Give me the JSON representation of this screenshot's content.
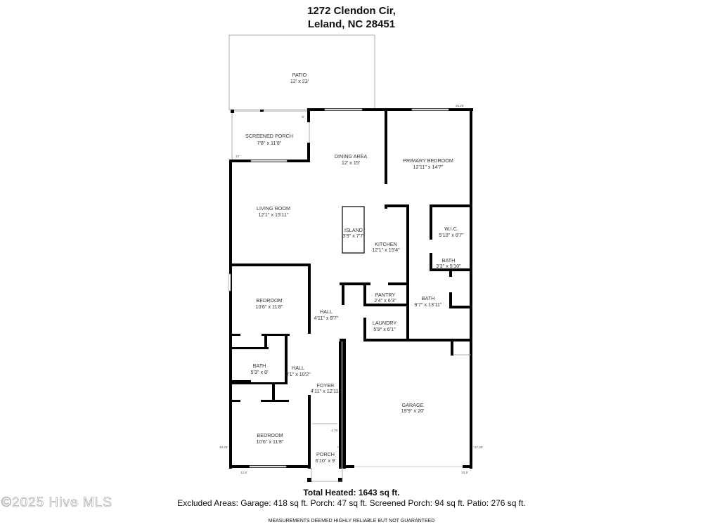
{
  "header": {
    "line1": "1272 Clendon Cir,",
    "line2": "Leland, NC 28451"
  },
  "rooms": {
    "patio": {
      "name": "PATIO",
      "dims": "12' x 23'"
    },
    "screened_porch": {
      "name": "SCREENED PORCH",
      "dims": "7'8\" x 11'8\""
    },
    "dining": {
      "name": "DINING AREA",
      "dims": "12' x 15'"
    },
    "primary_bedroom": {
      "name": "PRIMARY BEDROOM",
      "dims": "12'11\" x 14'7\""
    },
    "living": {
      "name": "LIVING ROOM",
      "dims": "12'1\" x 15'11\""
    },
    "island": {
      "name": "ISLAND",
      "dims": "3'9\" x 7'7\""
    },
    "kitchen": {
      "name": "KITCHEN",
      "dims": "12'1\" x 15'4\""
    },
    "wic": {
      "name": "W.I.C.",
      "dims": "5'10\" x 6'7\""
    },
    "bath_small": {
      "name": "BATH",
      "dims": "3'3\" x 5'10\""
    },
    "bedroom1": {
      "name": "BEDROOM",
      "dims": "10'6\" x 11'8\""
    },
    "pantry": {
      "name": "PANTRY",
      "dims": "2'4\" x 6'3\""
    },
    "bath_primary": {
      "name": "BATH",
      "dims": "9'7\" x 13'11\""
    },
    "hall1": {
      "name": "HALL",
      "dims": "4'11\" x 8'7\""
    },
    "laundry": {
      "name": "LAUNDRY",
      "dims": "5'9\" x 6'1\""
    },
    "bath2": {
      "name": "BATH",
      "dims": "5'3\" x 8'"
    },
    "hall2": {
      "name": "HALL",
      "dims": "3'1\" x 10'2\""
    },
    "foyer": {
      "name": "FOYER",
      "dims": "4'11\" x 12'11\""
    },
    "garage": {
      "name": "GARAGE",
      "dims": "19'9\" x 20'"
    },
    "bedroom2": {
      "name": "BEDROOM",
      "dims": "10'6\" x 11'8\""
    },
    "porch": {
      "name": "PORCH",
      "dims": "6'10\" x 9'"
    }
  },
  "dimensions": {
    "top_right": "26.25'",
    "porch_width": "8'",
    "porch_depth": "12'",
    "left": "49.25'",
    "right": "57.25'",
    "bottom_left": "12.6'",
    "bottom_right": "20.9'",
    "porch_step": "4.75'",
    "porch_len": "7'"
  },
  "footer": {
    "total_heated": "Total Heated: 1643 sq ft.",
    "excluded": "Excluded Areas: Garage: 418 sq ft. Porch: 47 sq ft. Screened Porch: 94 sq ft. Patio: 276 sq ft.",
    "disclaimer": "MEASUREMENTS DEEMED HIGHLY RELIABLE BUT NOT GUARANTEED",
    "watermark": "©2025 Hive MLS"
  }
}
